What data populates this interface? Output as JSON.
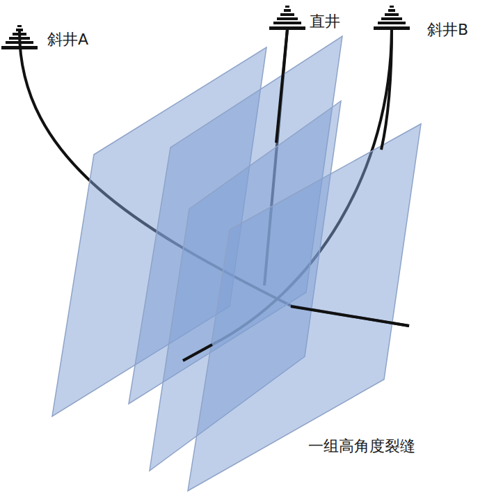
{
  "diagram": {
    "labels": [
      "斜井A",
      "直井",
      "斜井B",
      "一组高角度裂缝"
    ]
  }
}
